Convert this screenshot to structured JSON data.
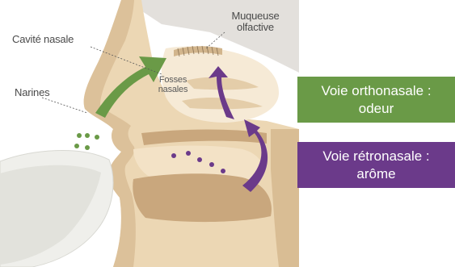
{
  "labels": {
    "nasal_cavity": "Cavité nasale",
    "nostrils": "Narines",
    "olfactory_mucosa_line1": "Muqueuse",
    "olfactory_mucosa_line2": "olfactive",
    "nasal_fossae_line1": "Fosses",
    "nasal_fossae_line2": "nasales"
  },
  "pathways": {
    "orthonasal": {
      "line1": "Voie orthonasale :",
      "line2": "odeur",
      "color": "#6a9a47"
    },
    "retronasal": {
      "line1": "Voie rétronasale :",
      "line2": "arôme",
      "color": "#6b3a8a"
    }
  },
  "colors": {
    "skin_light": "#ecd7b4",
    "skin_mid": "#dcc19a",
    "skin_dark": "#c9a77d",
    "cavity": "#f6ead6",
    "orthonasal_arrow": "#6a9a47",
    "retronasal_arrow": "#6b3a8a"
  }
}
